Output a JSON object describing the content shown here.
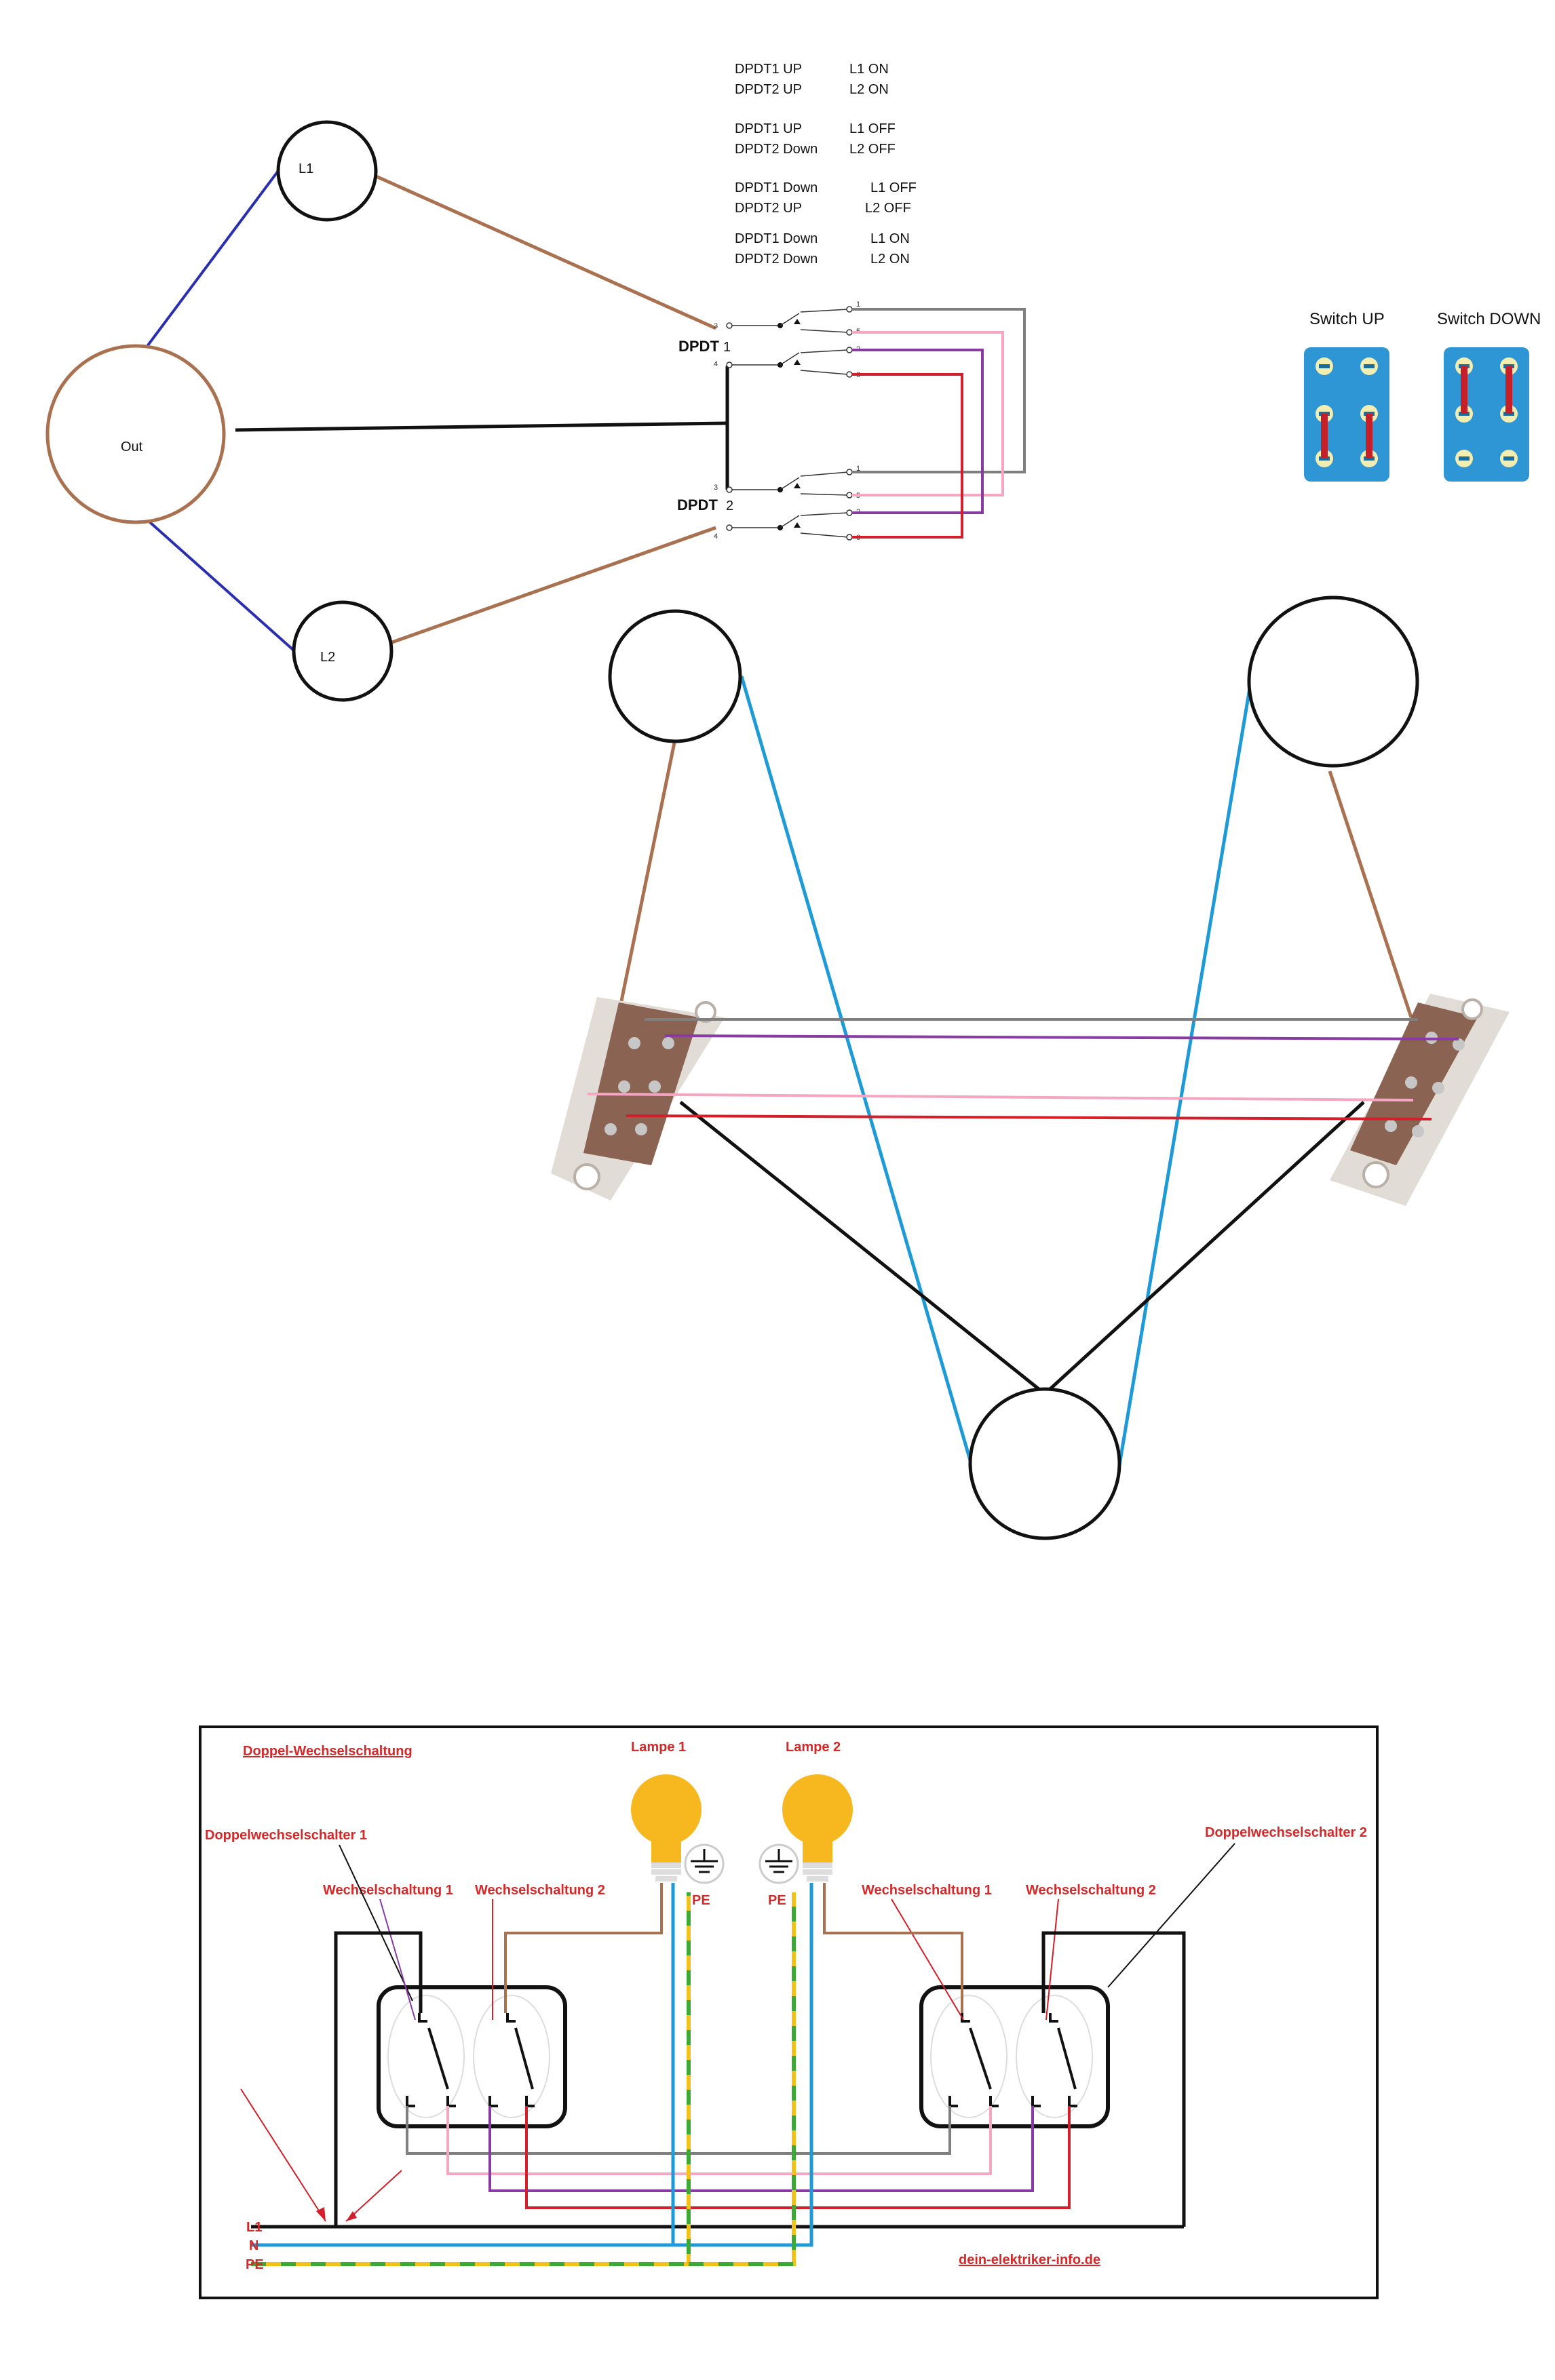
{
  "top_diagram": {
    "lamp1_label": "L1",
    "lamp2_label": "L2",
    "out_label": "Out",
    "dpdt1_label": "DPDT",
    "dpdt1_index": "1",
    "dpdt2_label": "DPDT",
    "dpdt2_index": "2",
    "pin_labels": {
      "p1": "1",
      "p2": "2",
      "p3": "3",
      "p4": "4",
      "p5": "5",
      "p6": "6"
    }
  },
  "truth_table": [
    {
      "line1_left": "DPDT1 UP",
      "line1_right": "L1 ON",
      "line2_left": "DPDT2 UP",
      "line2_right": "L2 ON"
    },
    {
      "line1_left": "DPDT1 UP",
      "line1_right": "L1 OFF",
      "line2_left": "DPDT2 Down",
      "line2_right": "L2 OFF"
    },
    {
      "line1_left": "DPDT1 Down",
      "line1_right": "L1 OFF",
      "line2_left": "DPDT2 UP",
      "line2_right": "L2 OFF"
    },
    {
      "line1_left": "DPDT1 Down",
      "line1_right": "L1 ON",
      "line2_left": "DPDT2 Down",
      "line2_right": "L2 ON"
    }
  ],
  "switch_legend": {
    "up_label": "Switch UP",
    "down_label": "Switch DOWN"
  },
  "bottom_diagram": {
    "title": "Doppel-Wechselschaltung",
    "lamp1": "Lampe 1",
    "lamp2": "Lampe 2",
    "switch1": "Doppelwechselschalter 1",
    "switch2": "Doppelwechselschalter 2",
    "circuit1_left": "Wechselschaltung 1",
    "circuit2_left": "Wechselschaltung 2",
    "circuit1_right": "Wechselschaltung 1",
    "circuit2_right": "Wechselschaltung 2",
    "pe_label_1": "PE",
    "pe_label_2": "PE",
    "line_l1": "L1",
    "line_n": "N",
    "line_pe": "PE",
    "website": "dein-elektriker-info.de"
  },
  "colors": {
    "brown": "#a9714f",
    "blue": "#2a2fb0",
    "cyan": "#1e9ad6",
    "grey": "#7f7f7f",
    "pink": "#f4a6c2",
    "purple": "#8a3aa3",
    "red": "#d31f2a",
    "switch_blue": "#2f96d6",
    "bulb_yellow": "#f7b71e",
    "pe_green": "#3aaa35",
    "pe_yellow": "#f2c21a"
  }
}
